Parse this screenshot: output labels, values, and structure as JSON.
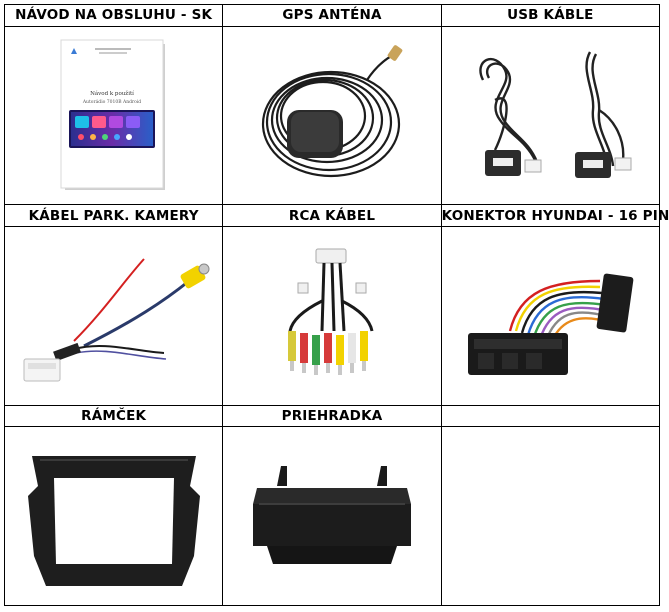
{
  "cells": [
    {
      "label": "NÁVOD NA OBSLUHU - SK",
      "icon": "manual-booklet-icon",
      "image_text": {
        "title": "Návod k použití",
        "subtitle": "Autorádio 7010B Android"
      }
    },
    {
      "label": "GPS ANTÉNA",
      "icon": "gps-antenna-icon"
    },
    {
      "label": "USB KÁBLE",
      "icon": "usb-cables-icon"
    },
    {
      "label": "KÁBEL PARK. KAMERY",
      "icon": "parking-camera-cable-icon"
    },
    {
      "label": "RCA KÁBEL",
      "icon": "rca-cable-icon"
    },
    {
      "label": "KONEKTOR HYUNDAI - 16 PIN",
      "icon": "hyundai-connector-icon"
    },
    {
      "label": "RÁMČEK",
      "icon": "mounting-frame-icon"
    },
    {
      "label": "PRIEHRADKA",
      "icon": "storage-tray-icon"
    },
    {
      "label": "",
      "icon": ""
    }
  ]
}
